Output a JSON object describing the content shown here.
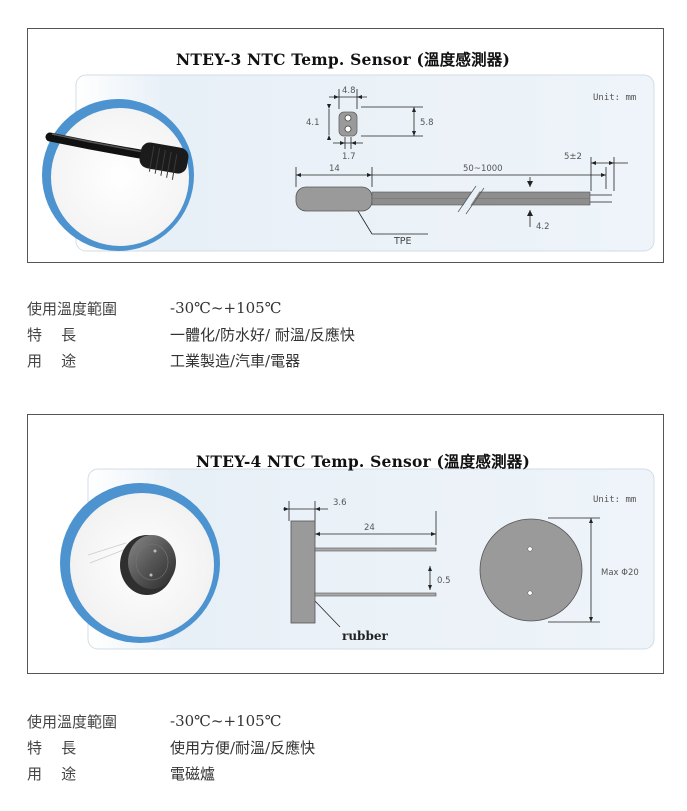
{
  "products": [
    {
      "title": "NTEY-3  NTC Temp. Sensor (溫度感測器)",
      "unit": "Unit: mm",
      "dimensions": [
        "4.8",
        "4.1",
        "5.8",
        "1.7",
        "14",
        "50~1000",
        "5±2",
        "4.2"
      ],
      "material_label": "TPE",
      "specs": [
        {
          "label": "使用溫度範圍",
          "value": "-30℃~+105℃"
        },
        {
          "label": "特    長",
          "value": "一體化/防水好/  耐溫/反應快"
        },
        {
          "label": "用    途",
          "value": "工業製造/汽車/電器"
        }
      ]
    },
    {
      "title": "NTEY-4  NTC Temp. Sensor (溫度感測器)",
      "unit": "Unit: mm",
      "dimensions": [
        "3.6",
        "24",
        "0.5",
        "Max Φ20"
      ],
      "material_label": "rubber",
      "specs": [
        {
          "label": "使用溫度範圍",
          "value": "-30℃~+105℃"
        },
        {
          "label": "特    長",
          "value": "使用方便/耐溫/反應快"
        },
        {
          "label": "用    途",
          "value": "電磁爐"
        }
      ]
    }
  ],
  "colors": {
    "panel_bg": "#e9f1f8",
    "ring": "#4d93d0",
    "drawing_fill": "#9a9a9a",
    "line": "#222222"
  }
}
